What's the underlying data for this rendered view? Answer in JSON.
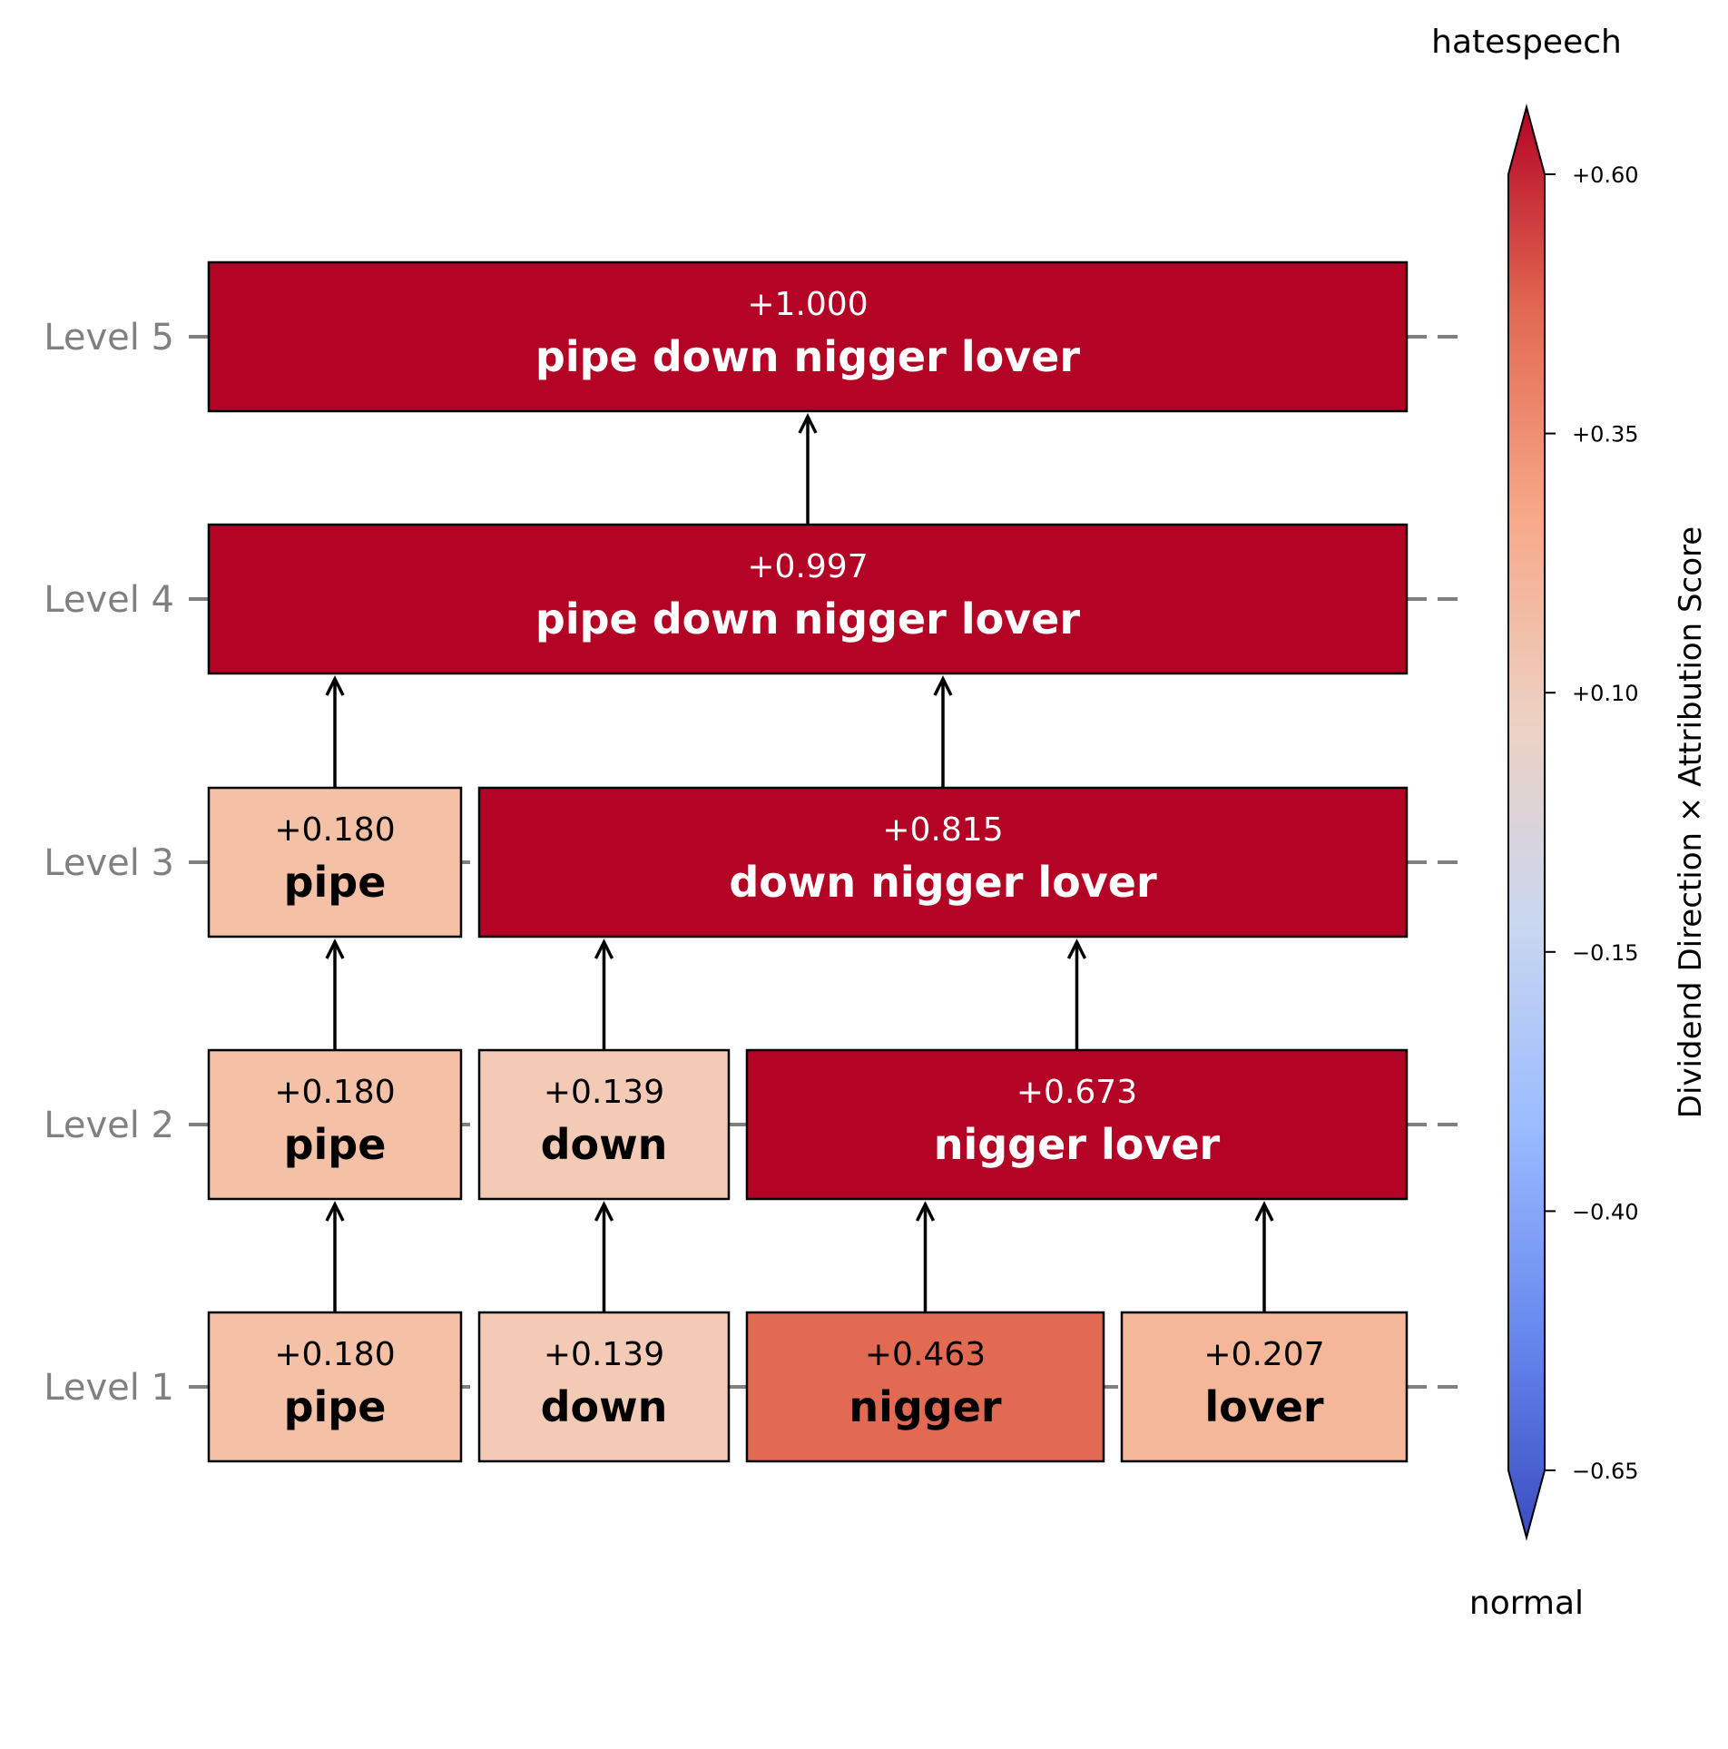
{
  "colors": {
    "border": "#000000",
    "level_label": "#808080",
    "guide_line": "#808080",
    "text_dark": "#000000",
    "text_light": "#ffffff",
    "colormap": [
      "#3b4cc0",
      "#6788ee",
      "#9abbff",
      "#c9d7f0",
      "#edd1c2",
      "#f7a889",
      "#e26952",
      "#b40426"
    ]
  },
  "levels": [
    {
      "label": "Level 5",
      "cells": [
        {
          "score": "+1.000",
          "word": "pipe down nigger lover",
          "start": 0,
          "end": 4,
          "color": "#b40426",
          "text_color": "#ffffff"
        }
      ]
    },
    {
      "label": "Level 4",
      "cells": [
        {
          "score": "+0.997",
          "word": "pipe down nigger lover",
          "start": 0,
          "end": 4,
          "color": "#b40426",
          "text_color": "#ffffff"
        }
      ]
    },
    {
      "label": "Level 3",
      "cells": [
        {
          "score": "+0.180",
          "word": "pipe",
          "start": 0,
          "end": 1,
          "color": "#f4c0a6",
          "text_color": "#000000"
        },
        {
          "score": "+0.815",
          "word": "down nigger lover",
          "start": 1,
          "end": 4,
          "color": "#b40426",
          "text_color": "#ffffff"
        }
      ]
    },
    {
      "label": "Level 2",
      "cells": [
        {
          "score": "+0.180",
          "word": "pipe",
          "start": 0,
          "end": 1,
          "color": "#f4c0a6",
          "text_color": "#000000"
        },
        {
          "score": "+0.139",
          "word": "down",
          "start": 1,
          "end": 2,
          "color": "#f2cab5",
          "text_color": "#000000"
        },
        {
          "score": "+0.673",
          "word": "nigger lover",
          "start": 2,
          "end": 4,
          "color": "#b40426",
          "text_color": "#ffffff"
        }
      ]
    },
    {
      "label": "Level 1",
      "cells": [
        {
          "score": "+0.180",
          "word": "pipe",
          "start": 0,
          "end": 1,
          "color": "#f4c0a6",
          "text_color": "#000000"
        },
        {
          "score": "+0.139",
          "word": "down",
          "start": 1,
          "end": 2,
          "color": "#f2cab5",
          "text_color": "#000000"
        },
        {
          "score": "+0.463",
          "word": "nigger",
          "start": 2,
          "end": 3,
          "color": "#e26952",
          "text_color": "#000000"
        },
        {
          "score": "+0.207",
          "word": "lover",
          "start": 3,
          "end": 4,
          "color": "#f5b799",
          "text_color": "#000000"
        }
      ]
    }
  ],
  "colorbar": {
    "top_label": "hatespeech",
    "bottom_label": "normal",
    "title": "Dividend Direction × Attribution Score",
    "ticks": [
      "+0.60",
      "+0.35",
      "+0.10",
      "−0.15",
      "−0.40",
      "−0.65"
    ],
    "tick_values": [
      0.6,
      0.35,
      0.1,
      -0.15,
      -0.4,
      -0.65
    ],
    "range": [
      -0.65,
      0.6
    ]
  }
}
